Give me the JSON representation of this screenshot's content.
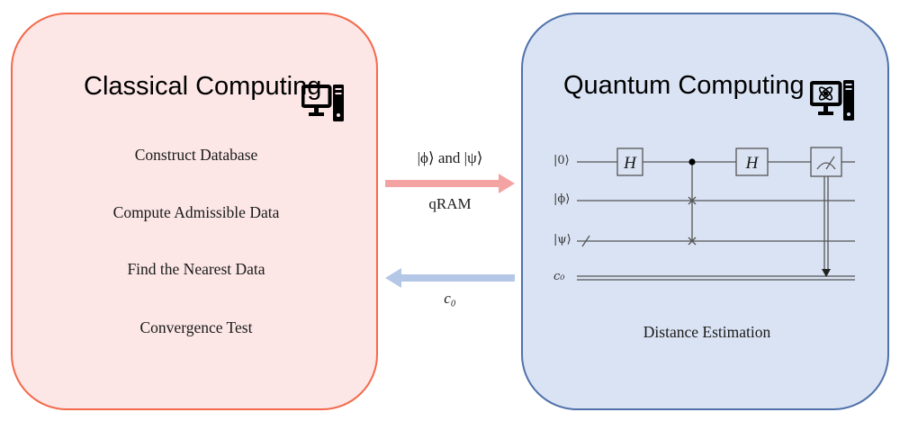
{
  "classical": {
    "title": "Classical Computing",
    "icon": "desktop-computer-icon",
    "steps": [
      "Construct Database",
      "Compute Admissible Data",
      "Find the Nearest Data",
      "Convergence Test"
    ],
    "border_color": "#f4694b",
    "fill_color": "#fce6e6"
  },
  "quantum": {
    "title": "Quantum Computing",
    "icon": "quantum-computer-icon",
    "circuit": {
      "wire_labels": [
        "|0⟩",
        "|ϕ⟩",
        "|ψ⟩",
        "c₀"
      ],
      "gates": [
        "H",
        "controlled-swap",
        "H",
        "measure"
      ],
      "gate_h_label": "H"
    },
    "caption": "Distance Estimation",
    "border_color": "#4f72aa",
    "fill_color": "#dae3f3"
  },
  "arrows": {
    "to_quantum": {
      "label_top": "|ϕ⟩ and |ψ⟩",
      "label_bottom": "qRAM",
      "color": "#f4a3a3"
    },
    "to_classical": {
      "label_bottom": "c₀",
      "color": "#b4c7e7"
    }
  }
}
